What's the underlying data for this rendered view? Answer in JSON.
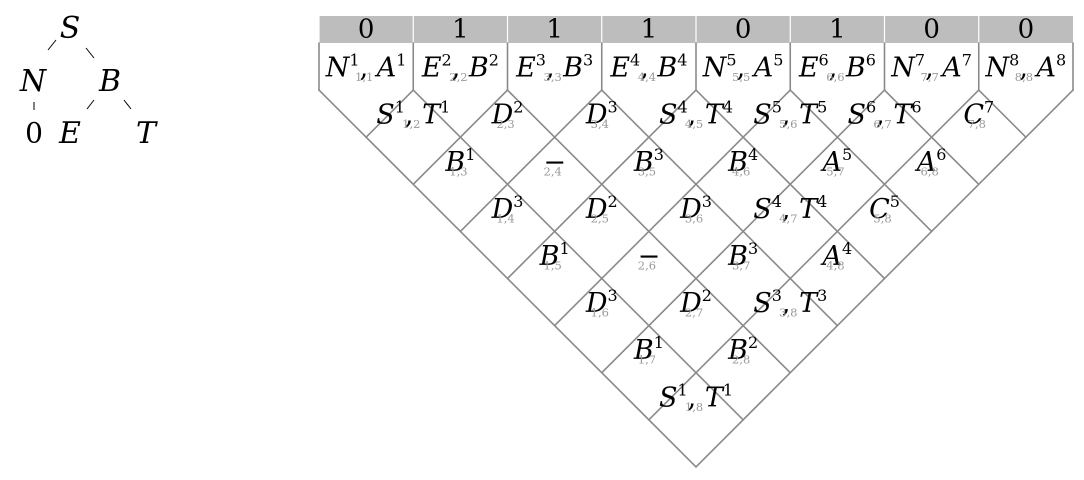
{
  "tree": {
    "root": "S",
    "n": "N",
    "b": "B",
    "zero": "0",
    "e": "E",
    "t": "T"
  },
  "bits": [
    "0",
    "1",
    "1",
    "1",
    "0",
    "1",
    "0",
    "0"
  ],
  "cells": [
    {
      "i": 1,
      "j": 1,
      "sym": [
        [
          "N",
          "1"
        ],
        [
          "A",
          "1"
        ]
      ],
      "idx": "1,1"
    },
    {
      "i": 2,
      "j": 2,
      "sym": [
        [
          "E",
          "2"
        ],
        [
          "B",
          "2"
        ]
      ],
      "idx": "2,2"
    },
    {
      "i": 3,
      "j": 3,
      "sym": [
        [
          "E",
          "3"
        ],
        [
          "B",
          "3"
        ]
      ],
      "idx": "3,3"
    },
    {
      "i": 4,
      "j": 4,
      "sym": [
        [
          "E",
          "4"
        ],
        [
          "B",
          "4"
        ]
      ],
      "idx": "4,4"
    },
    {
      "i": 5,
      "j": 5,
      "sym": [
        [
          "N",
          "5"
        ],
        [
          "A",
          "5"
        ]
      ],
      "idx": "5,5"
    },
    {
      "i": 6,
      "j": 6,
      "sym": [
        [
          "E",
          "6"
        ],
        [
          "B",
          "6"
        ]
      ],
      "idx": "6,6"
    },
    {
      "i": 7,
      "j": 7,
      "sym": [
        [
          "N",
          "7"
        ],
        [
          "A",
          "7"
        ]
      ],
      "idx": "7,7"
    },
    {
      "i": 8,
      "j": 8,
      "sym": [
        [
          "N",
          "8"
        ],
        [
          "A",
          "8"
        ]
      ],
      "idx": "8,8"
    },
    {
      "i": 1,
      "j": 2,
      "sym": [
        [
          "S",
          "1"
        ],
        [
          "T",
          "1"
        ]
      ],
      "idx": "1,2"
    },
    {
      "i": 2,
      "j": 3,
      "sym": [
        [
          "D",
          "2"
        ]
      ],
      "idx": "2,3"
    },
    {
      "i": 3,
      "j": 4,
      "sym": [
        [
          "D",
          "3"
        ]
      ],
      "idx": "3,4"
    },
    {
      "i": 4,
      "j": 5,
      "sym": [
        [
          "S",
          "4"
        ],
        [
          "T",
          "4"
        ]
      ],
      "idx": "4,5"
    },
    {
      "i": 5,
      "j": 6,
      "sym": [
        [
          "S",
          "5"
        ],
        [
          "T",
          "5"
        ]
      ],
      "idx": "5,6"
    },
    {
      "i": 6,
      "j": 7,
      "sym": [
        [
          "S",
          "6"
        ],
        [
          "T",
          "6"
        ]
      ],
      "idx": "6,7"
    },
    {
      "i": 7,
      "j": 8,
      "sym": [
        [
          "C",
          "7"
        ]
      ],
      "idx": "7,8"
    },
    {
      "i": 1,
      "j": 3,
      "sym": [
        [
          "B",
          "1"
        ]
      ],
      "idx": "1,3"
    },
    {
      "i": 2,
      "j": 4,
      "sym": [
        [
          "−",
          ""
        ]
      ],
      "idx": "2,4"
    },
    {
      "i": 3,
      "j": 5,
      "sym": [
        [
          "B",
          "3"
        ]
      ],
      "idx": "3,5"
    },
    {
      "i": 4,
      "j": 6,
      "sym": [
        [
          "B",
          "4"
        ]
      ],
      "idx": "4,6"
    },
    {
      "i": 5,
      "j": 7,
      "sym": [
        [
          "A",
          "5"
        ]
      ],
      "idx": "5,7"
    },
    {
      "i": 6,
      "j": 8,
      "sym": [
        [
          "A",
          "6"
        ]
      ],
      "idx": "6,8"
    },
    {
      "i": 1,
      "j": 4,
      "sym": [
        [
          "D",
          "3"
        ]
      ],
      "idx": "1,4"
    },
    {
      "i": 2,
      "j": 5,
      "sym": [
        [
          "D",
          "2"
        ]
      ],
      "idx": "2,5"
    },
    {
      "i": 3,
      "j": 6,
      "sym": [
        [
          "D",
          "3"
        ]
      ],
      "idx": "3,6"
    },
    {
      "i": 4,
      "j": 7,
      "sym": [
        [
          "S",
          "4"
        ],
        [
          "T",
          "4"
        ]
      ],
      "idx": "4,7"
    },
    {
      "i": 5,
      "j": 8,
      "sym": [
        [
          "C",
          "5"
        ]
      ],
      "idx": "5,8"
    },
    {
      "i": 1,
      "j": 5,
      "sym": [
        [
          "B",
          "1"
        ]
      ],
      "idx": "1,5"
    },
    {
      "i": 2,
      "j": 6,
      "sym": [
        [
          "−",
          ""
        ]
      ],
      "idx": "2,6"
    },
    {
      "i": 3,
      "j": 7,
      "sym": [
        [
          "B",
          "3"
        ]
      ],
      "idx": "3,7"
    },
    {
      "i": 4,
      "j": 8,
      "sym": [
        [
          "A",
          "4"
        ]
      ],
      "idx": "4,8"
    },
    {
      "i": 1,
      "j": 6,
      "sym": [
        [
          "D",
          "3"
        ]
      ],
      "idx": "1,6"
    },
    {
      "i": 2,
      "j": 7,
      "sym": [
        [
          "D",
          "2"
        ]
      ],
      "idx": "2,7"
    },
    {
      "i": 3,
      "j": 8,
      "sym": [
        [
          "S",
          "3"
        ],
        [
          "T",
          "3"
        ]
      ],
      "idx": "3,8"
    },
    {
      "i": 1,
      "j": 7,
      "sym": [
        [
          "B",
          "1"
        ]
      ],
      "idx": "1,7"
    },
    {
      "i": 2,
      "j": 8,
      "sym": [
        [
          "B",
          "2"
        ]
      ],
      "idx": "2,8"
    },
    {
      "i": 1,
      "j": 8,
      "sym": [
        [
          "S",
          "1"
        ],
        [
          "T",
          "1"
        ]
      ],
      "idx": "1,8"
    }
  ]
}
